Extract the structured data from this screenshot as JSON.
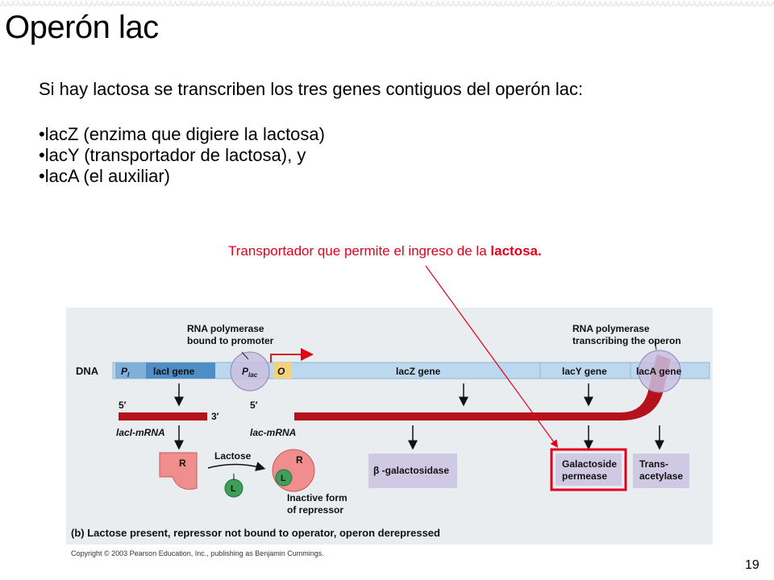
{
  "slide": {
    "title": "Operón lac",
    "intro": "Si hay lactosa se transcriben los tres genes contiguos del operón lac:",
    "bullets": [
      "•lacZ (enzima que digiere la lactosa)",
      "•lacY (transportador de lactosa), y",
      "•lacA (el auxiliar)"
    ],
    "note_text": "Transportador que permite el ingreso de la ",
    "note_bold": "lactosa.",
    "page_number": "19"
  },
  "figure": {
    "rnap_promoter_label": [
      "RNA polymerase",
      "bound to promoter"
    ],
    "rnap_operon_label": [
      "RNA polymerase",
      "transcribing the operon"
    ],
    "dna_label": "DNA",
    "pi_label": "P",
    "pi_sub": "I",
    "laci_gene": "lacI gene",
    "plac_label": "P",
    "plac_sub": "lac",
    "operator_label": "O",
    "lacz_gene": "lacZ gene",
    "lacy_gene": "lacY gene",
    "laca_gene": "lacA gene",
    "five_prime_1": "5′",
    "three_prime": "3′",
    "five_prime_2": "5′",
    "laci_mrna": "lacI-mRNA",
    "lac_mrna": "lac-mRNA",
    "repressor_label": "R",
    "lactose_label": "Lactose",
    "l_label": "L",
    "inactive_label": [
      "Inactive form",
      "of repressor"
    ],
    "beta_gal": "β -galactosidase",
    "permease": [
      "Galactoside",
      "permease"
    ],
    "transacetylase": [
      "Trans-",
      "acetylase"
    ],
    "caption_letter": "(b)",
    "caption_text": " Lactose present, repressor not bound to operator, operon derepressed",
    "copyright": "Copyright © 2003 Pearson Education, Inc., publishing as Benjamin Cummings."
  },
  "colors": {
    "highlight": "#e3001a",
    "mrna": "#b5121b",
    "dna": "#bcd8ee",
    "laci_band": "#4f8ec4",
    "product_box": "#cfc9e3",
    "repressor": "#f08e8e",
    "lactose": "#3f9f5a"
  }
}
